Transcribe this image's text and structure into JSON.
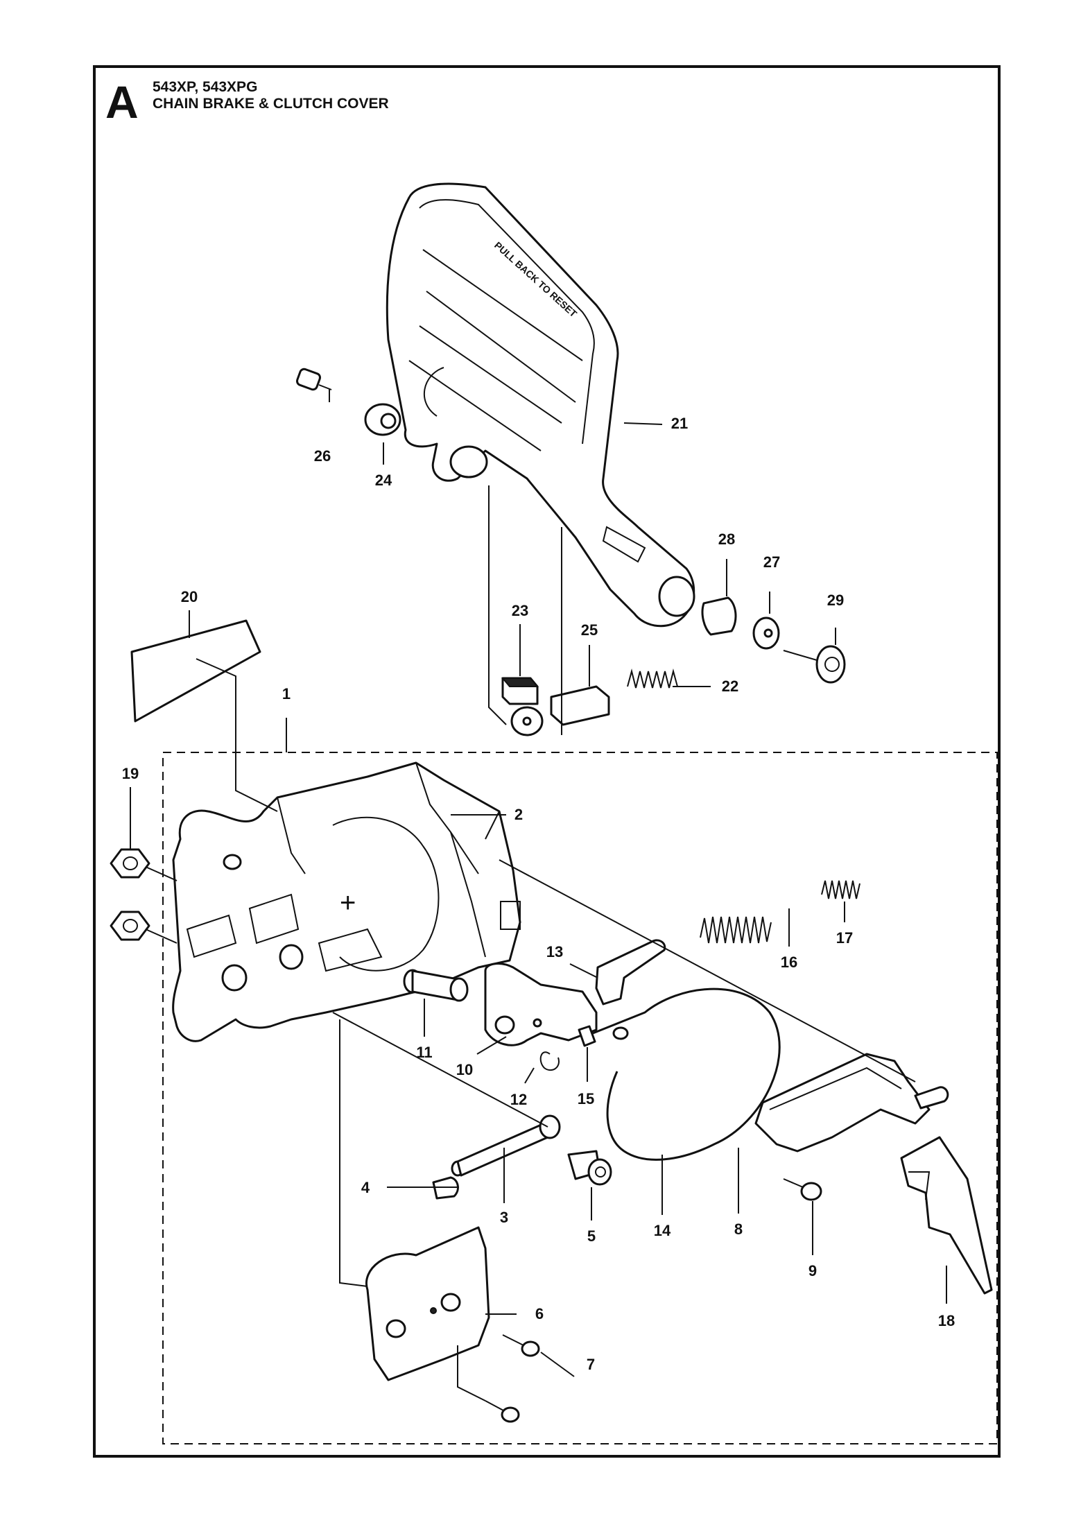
{
  "header": {
    "section_letter": "A",
    "model_line": "543XP, 543XPG",
    "title_line": "CHAIN BRAKE & CLUTCH COVER"
  },
  "handle_text": "PULL BACK TO RESET",
  "callouts": [
    {
      "id": "c1",
      "label": "1"
    },
    {
      "id": "c2",
      "label": "2"
    },
    {
      "id": "c3",
      "label": "3"
    },
    {
      "id": "c4",
      "label": "4"
    },
    {
      "id": "c5",
      "label": "5"
    },
    {
      "id": "c6",
      "label": "6"
    },
    {
      "id": "c7",
      "label": "7"
    },
    {
      "id": "c8",
      "label": "8"
    },
    {
      "id": "c9",
      "label": "9"
    },
    {
      "id": "c10",
      "label": "10"
    },
    {
      "id": "c11",
      "label": "11"
    },
    {
      "id": "c12",
      "label": "12"
    },
    {
      "id": "c13",
      "label": "13"
    },
    {
      "id": "c14",
      "label": "14"
    },
    {
      "id": "c15",
      "label": "15"
    },
    {
      "id": "c16",
      "label": "16"
    },
    {
      "id": "c17",
      "label": "17"
    },
    {
      "id": "c18",
      "label": "18"
    },
    {
      "id": "c19",
      "label": "19"
    },
    {
      "id": "c20",
      "label": "20"
    },
    {
      "id": "c21",
      "label": "21"
    },
    {
      "id": "c22",
      "label": "22"
    },
    {
      "id": "c23",
      "label": "23"
    },
    {
      "id": "c24",
      "label": "24"
    },
    {
      "id": "c25",
      "label": "25"
    },
    {
      "id": "c26",
      "label": "26"
    },
    {
      "id": "c27",
      "label": "27"
    },
    {
      "id": "c28",
      "label": "28"
    },
    {
      "id": "c29",
      "label": "29"
    }
  ]
}
